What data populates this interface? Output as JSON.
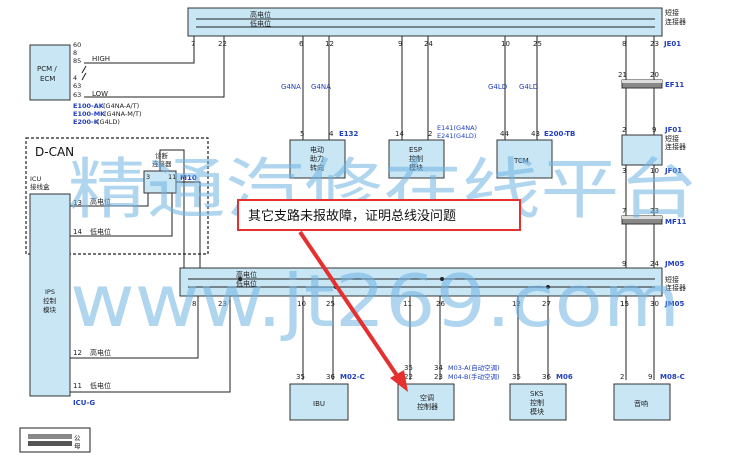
{
  "colors": {
    "box_fill": "#c9e6f5",
    "wire": "#222222",
    "label_blue": "#1f3fbf",
    "annotation_red": "#e53030",
    "watermark": "#6fb3e3"
  },
  "top_connector": {
    "line1": "高电位",
    "line2": "低电位",
    "right_label": "短接\n连接器",
    "code": "JE01",
    "pins": [
      "7",
      "22",
      "6",
      "12",
      "9",
      "24",
      "10",
      "25",
      "8",
      "23"
    ]
  },
  "pcm": {
    "label": "PCM /\nECM",
    "pins": [
      "60",
      "8",
      "85",
      "4",
      "63",
      "63"
    ],
    "high": "HIGH",
    "low": "LOW",
    "codes": [
      {
        "code": "E100-AK",
        "note": "(G4NA-A/T)"
      },
      {
        "code": "E100-MK",
        "note": "(G4NA-M/T)"
      },
      {
        "code": "E200-K",
        "note": "(G4LD)"
      }
    ]
  },
  "variants": [
    "G4NA",
    "G4NA",
    "G4LD",
    "G4LD"
  ],
  "modules": [
    {
      "name": "电动\n助力\n转向",
      "pins": [
        "5",
        "4"
      ],
      "code": "E132"
    },
    {
      "name": "ESP\n控制\n模块",
      "pins": [
        "14",
        "2"
      ],
      "codes": [
        "E141(G4NA)",
        "E241(G4LD)"
      ]
    },
    {
      "name": "TCM",
      "pins": [
        "44",
        "43"
      ],
      "code": "E200-TB"
    }
  ],
  "right_column": {
    "ef11_pins": [
      "21",
      "20"
    ],
    "ef11": "EF11",
    "jf01_pins_top": [
      "2",
      "9"
    ],
    "jf01_label": "短接\n连接器",
    "jf01": "JF01",
    "jf01b_pins": [
      "3",
      "10"
    ],
    "jf01b": "JF01",
    "mf11_pins": [
      "7",
      "23"
    ],
    "mf11": "MF11",
    "jm05_top_pins": [
      "9",
      "24"
    ],
    "jm05_top": "JM05",
    "jm05_bottom_pins": [
      "15",
      "30"
    ],
    "jm05_bottom": "JM05"
  },
  "dcan": {
    "title": "D-CAN",
    "icu_label": "ICU\n接线盒",
    "connector_label": "诊断\n连接器",
    "connector_code": "M10",
    "connector_pins": [
      "3",
      "11"
    ],
    "pin_high": "13",
    "pin_low": "14",
    "high": "高电位",
    "low": "低电位"
  },
  "ips": {
    "label": "IPS\n控制\n模块",
    "pin_high": "12",
    "pin_low": "11",
    "high": "高电位",
    "low": "低电位",
    "code": "ICU-G"
  },
  "bottom_connector": {
    "line1": "高电位",
    "line2": "低电位",
    "right_label": "短接\n连接器",
    "pins": [
      "8",
      "23",
      "10",
      "25",
      "11",
      "26",
      "12",
      "27",
      "15",
      "30"
    ]
  },
  "bottom_modules": [
    {
      "name": "IBU",
      "pins": [
        "35",
        "36"
      ],
      "code": "M02-C"
    },
    {
      "name": "空调\n控制器",
      "pins": [
        "35",
        "22",
        "34",
        "23"
      ],
      "codes": [
        "M03-A(自动空调)",
        "M04-B(手动空调)"
      ]
    },
    {
      "name": "SKS\n控制\n模块",
      "pins": [
        "35",
        "36"
      ],
      "code": "M06"
    },
    {
      "name": "音响",
      "pins": [
        "2",
        "9"
      ],
      "code": "M08-C"
    }
  ],
  "annotation": "其它支路未报故障，证明总线没问题",
  "legend": [
    "公",
    "母"
  ],
  "watermark": {
    "line1": "精通汽修在线平台",
    "line2": "www.jt269.com"
  }
}
